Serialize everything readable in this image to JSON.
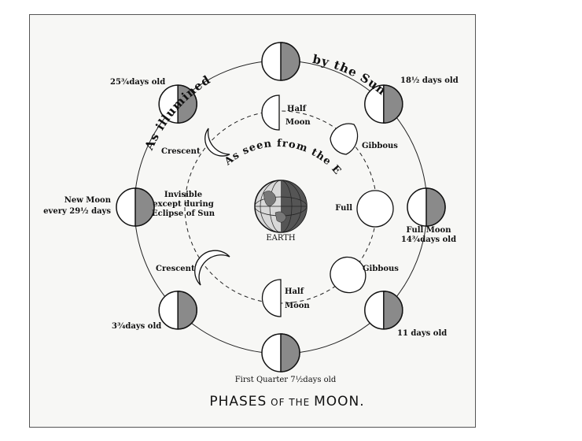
{
  "title": {
    "main1": "PHASES",
    "small1": " OF THE ",
    "main2": "MOON."
  },
  "arc_text": {
    "outer_left": "As illumined",
    "outer_right": "by the Sun",
    "inner": "As seen from the Earth"
  },
  "earth_label": "EARTH",
  "outer_labels": {
    "top_left": "25¾days old",
    "top_right": "18½ days old",
    "left_line1": "New Moon",
    "left_line2": "every 29½ days",
    "right_line1": "Full Moon",
    "right_line2": "14¾days old",
    "bottom_left": "3¾days old",
    "bottom_right": "11 days old",
    "bottom": "First Quarter 7½days old"
  },
  "inner_labels": {
    "half_top_1": "Half",
    "half_top_2": "Moon",
    "crescent_top": "Crescent",
    "gibbous_top": "Gibbous",
    "invisible_1": "Invisible",
    "invisible_2": "except during",
    "invisible_3": "Eclipse of Sun",
    "full": "Full",
    "crescent_bottom": "Crescent",
    "gibbous_bottom": "Gibbous",
    "half_bottom_1": "Half",
    "half_bottom_2": "Moon"
  },
  "colors": {
    "shade": "#8a8a8a",
    "ink": "#111111"
  }
}
